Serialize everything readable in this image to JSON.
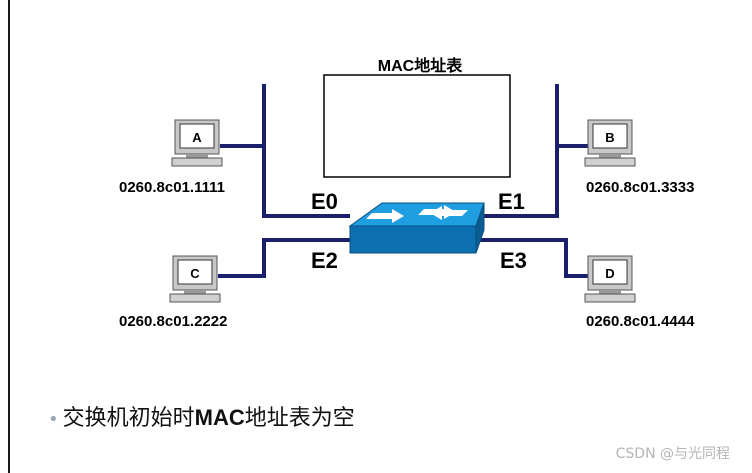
{
  "table": {
    "title": "MAC地址表"
  },
  "hosts": [
    {
      "id": "A",
      "mac": "0260.8c01.1111",
      "port": "E0"
    },
    {
      "id": "B",
      "mac": "0260.8c01.3333",
      "port": "E1"
    },
    {
      "id": "C",
      "mac": "0260.8c01.2222",
      "port": "E2"
    },
    {
      "id": "D",
      "mac": "0260.8c01.4444",
      "port": "E3"
    }
  ],
  "caption": {
    "bullet": "•",
    "prefix": "交换机初始时",
    "mac": "MAC",
    "suffix": "地址表为空"
  },
  "watermark": "CSDN @与光同程",
  "colors": {
    "link": "#1a1f6b",
    "switch_top": "#1f9ee0",
    "switch_side": "#0c6fb0"
  }
}
